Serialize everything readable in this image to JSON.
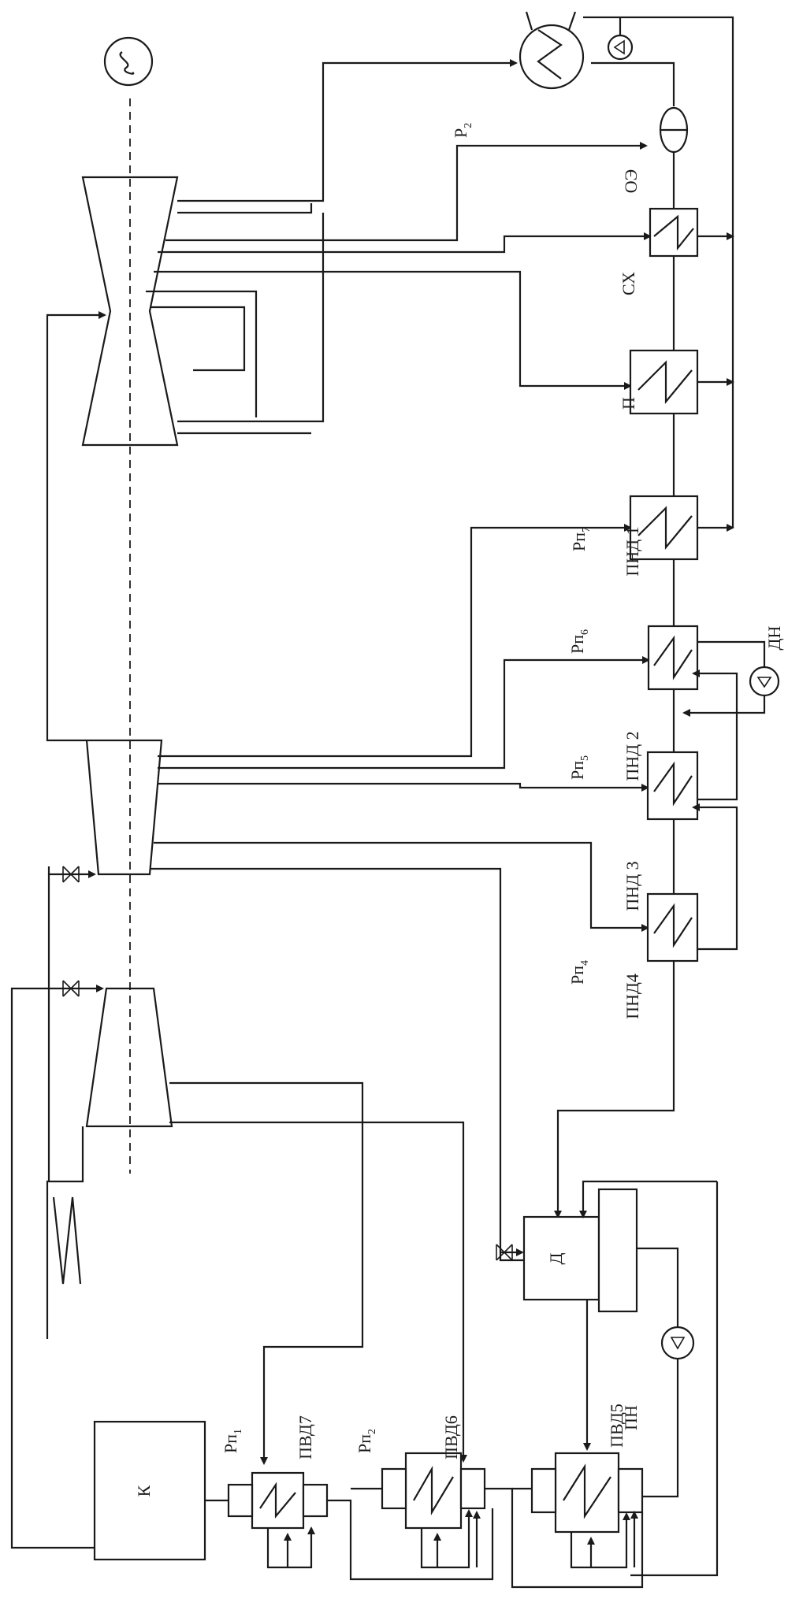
{
  "labels": {
    "condenser_cooler": "ОЭ",
    "steam_cooler": "СХ",
    "heater_p": "П",
    "lp1": "ПНД 1",
    "lp2": "ПНД 2",
    "lp3": "ПНД 3",
    "lp4": "ПНД4",
    "drain_pump": "ДН",
    "deaerator": "Д",
    "feed_pump": "ПН",
    "hp5": "ПВД5",
    "hp6": "ПВД6",
    "hp7": "ПВД7",
    "boiler": "К"
  },
  "pressures": {
    "p2_base": "Р",
    "p2_sub": "2",
    "rp1_base": "Рп",
    "rp1_sub": "1",
    "rp2_base": "Рп",
    "rp2_sub": "2",
    "rp4_base": "Рп",
    "rp4_sub": "4",
    "rp5_base": "Рп",
    "rp5_sub": "5",
    "rp6_base": "Рп",
    "rp6_sub": "6",
    "rp7_base": "Рп",
    "rp7_sub": "7"
  }
}
